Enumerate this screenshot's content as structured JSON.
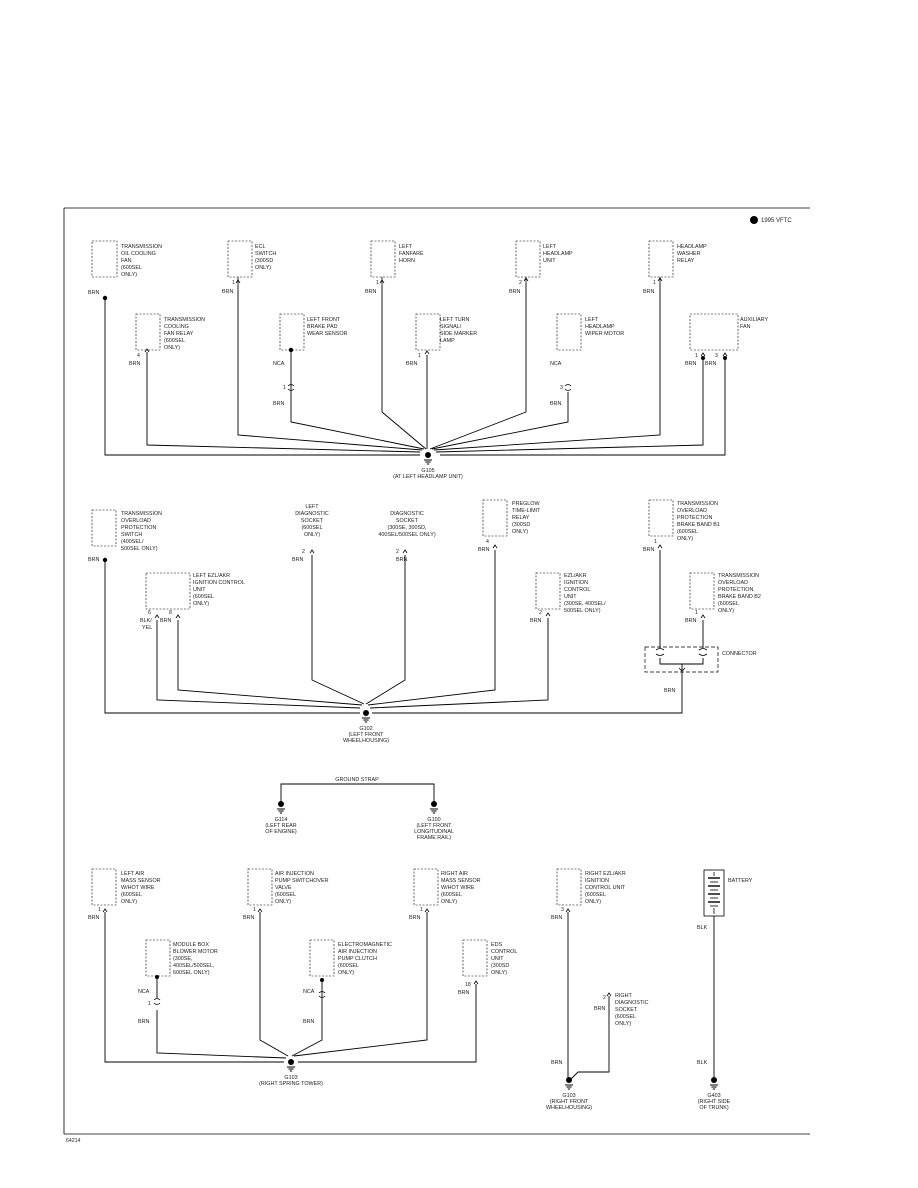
{
  "header": {
    "badge": "1995 VFTC",
    "figure_id": "64214"
  },
  "sections": {
    "s1": {
      "ground": {
        "id": "G105",
        "location": "(AT LEFT HEADLAMP UNIT)"
      },
      "components": [
        {
          "lines": [
            "TRANSMISSION",
            "OIL COOLING",
            "FAN",
            "(600SEL",
            "ONLY)"
          ],
          "pin": "",
          "wire": "BRN"
        },
        {
          "lines": [
            "ECL",
            "SWITCH",
            "(300SD",
            "ONLY)"
          ],
          "pin": "1",
          "wire": "BRN"
        },
        {
          "lines": [
            "LEFT",
            "FANFARE",
            "HORN"
          ],
          "pin": "1",
          "wire": "BRN"
        },
        {
          "lines": [
            "LEFT",
            "HEADLAMP",
            "UNIT"
          ],
          "pin": "2",
          "wire": "BRN"
        },
        {
          "lines": [
            "HEADLAMP",
            "WASHER",
            "RELAY"
          ],
          "pin": "1",
          "wire": "BRN"
        },
        {
          "lines": [
            "TRANSMISSION",
            "COOLING",
            "FAN RELAY",
            "(600SEL",
            "ONLY)"
          ],
          "pin": "4",
          "wire": "BRN"
        },
        {
          "lines": [
            "LEFT FRONT",
            "BRAKE PAD",
            "WEAR SENSOR"
          ],
          "pin": "1",
          "wire_top": "NCA",
          "wire": "BRN"
        },
        {
          "lines": [
            "LEFT TURN",
            "SIGNAL/",
            "SIDE MARKER",
            "LAMP"
          ],
          "pin": "1",
          "wire": "BRN"
        },
        {
          "lines": [
            "LEFT",
            "HEADLAMP",
            "WIPER MOTOR"
          ],
          "pin": "3",
          "wire_top": "NCA",
          "wire": "BRN"
        },
        {
          "lines": [
            "AUXILIARY",
            "FAN"
          ],
          "pins": [
            "1",
            "3"
          ],
          "wires": [
            "BRN",
            "BRN"
          ]
        }
      ]
    },
    "s2": {
      "ground": {
        "id": "G102",
        "location": [
          "(LEFT FRONT",
          "WHEELHOUSING)"
        ]
      },
      "components": [
        {
          "lines": [
            "TRANSMISSION",
            "OVERLOAD",
            "PROTECTION",
            "SWITCH",
            "(400SEL/",
            "500SEL ONLY)"
          ],
          "pin": "",
          "wire": "BRN"
        },
        {
          "lines": [
            "LEFT",
            "DIAGNOSTIC",
            "SOCKET",
            "(600SEL",
            "ONLY)"
          ],
          "pin": "2",
          "wire": "BRN"
        },
        {
          "lines": [
            "DIAGNOSTIC",
            "SOCKET",
            "(300SE, 300SD,",
            "400SEL/500SEL ONLY)"
          ],
          "pin": "2",
          "wire": "BRN"
        },
        {
          "lines": [
            "PREGLOW",
            "TIME-LIMIT",
            "RELAY",
            "(300SD",
            "ONLY)"
          ],
          "pin": "4",
          "wire": "BRN"
        },
        {
          "lines": [
            "TRANSMISSION",
            "OVERLOAD",
            "PROTECTION",
            "BRAKE BAND B1",
            "(600SEL",
            "ONLY)"
          ],
          "pin": "1",
          "wire": "BRN"
        },
        {
          "lines": [
            "LEFT EZL/AKR",
            "IGNITION CONTROL",
            "UNIT",
            "(600SEL",
            "ONLY)"
          ],
          "pins": [
            "6",
            "8"
          ],
          "wires": [
            "BLK/",
            "YEL",
            "BRN"
          ]
        },
        {
          "lines": [
            "EZL/AKR",
            "IGNITION",
            "CONTROL",
            "UNIT",
            "(300SE, 400SEL/",
            "500SEL ONLY)"
          ],
          "pin": "2",
          "wire": "BRN"
        },
        {
          "lines": [
            "TRANSMISSION",
            "OVERLOAD",
            "PROTECTION",
            "BRAKE BAND B2",
            "(600SEL",
            "ONLY)"
          ],
          "pin": "1",
          "wire": "BRN"
        }
      ],
      "connector": "CONNECTOR",
      "connector_wire": "BRN"
    },
    "s3": {
      "strap": "GROUND STRAP",
      "grounds": [
        {
          "id": "G114",
          "location": [
            "(LEFT REAR",
            "OF ENGINE)"
          ]
        },
        {
          "id": "G100",
          "location": [
            "(LEFT FRONT",
            "LONGITUDINAL",
            "FRAME RAIL)"
          ]
        }
      ]
    },
    "s4": {
      "ground": {
        "id": "G103",
        "location": "(RIGHT SPRING TOWER)"
      },
      "components": [
        {
          "lines": [
            "LEFT AIR",
            "MASS SENSOR",
            "W/HOT WIRE",
            "(600SEL",
            "ONLY)"
          ],
          "pin": "1",
          "wire": "BRN"
        },
        {
          "lines": [
            "AIR INJECTION",
            "PUMP SWITCHOVER",
            "VALVE",
            "(600SEL",
            "ONLY)"
          ],
          "pin": "1",
          "wire": "BRN"
        },
        {
          "lines": [
            "RIGHT AIR",
            "MASS SENSOR",
            "W/HOT WIRE",
            "(600SEL",
            "ONLY)"
          ],
          "pin": "1",
          "wire": "BRN"
        },
        {
          "lines": [
            "MODULE BOX",
            "BLOWER MOTOR",
            "(300SE,",
            "400SEL/500SEL,",
            "600SEL ONLY)"
          ],
          "pin": "1",
          "wire_top": "NCA",
          "wire": "BRN"
        },
        {
          "lines": [
            "ELECTROMAGNETIC",
            "AIR INJECTION",
            "PUMP CLUTCH",
            "(600SEL",
            "ONLY)"
          ],
          "pin": "",
          "wire_top": "NCA",
          "wire": "BRN"
        },
        {
          "lines": [
            "EDS",
            "CONTROL",
            "UNIT",
            "(300SD",
            "ONLY)"
          ],
          "pin": "18",
          "wire": "BRN"
        }
      ]
    },
    "s5": {
      "ground": {
        "id": "G103",
        "location": [
          "(RIGHT FRONT",
          "WHEELHOUSING)"
        ]
      },
      "components": [
        {
          "lines": [
            "RIGHT EZL/AKR",
            "IGNITION",
            "CONTROL UNIT",
            "(600SEL",
            "ONLY)"
          ],
          "pin": "3",
          "wire": "BRN",
          "wire_bottom": "BRN"
        },
        {
          "lines": [
            "RIGHT",
            "DIAGNOSTIC",
            "SOCKET",
            "(600SEL",
            "ONLY)"
          ],
          "pin": "2",
          "wire": "BRN"
        }
      ]
    },
    "s6": {
      "battery": "BATTERY",
      "wire_top": "BLK",
      "wire_bottom": "BLK",
      "ground": {
        "id": "G403",
        "location": [
          "(RIGHT SIDE",
          "OF TRUNK)"
        ]
      }
    }
  }
}
